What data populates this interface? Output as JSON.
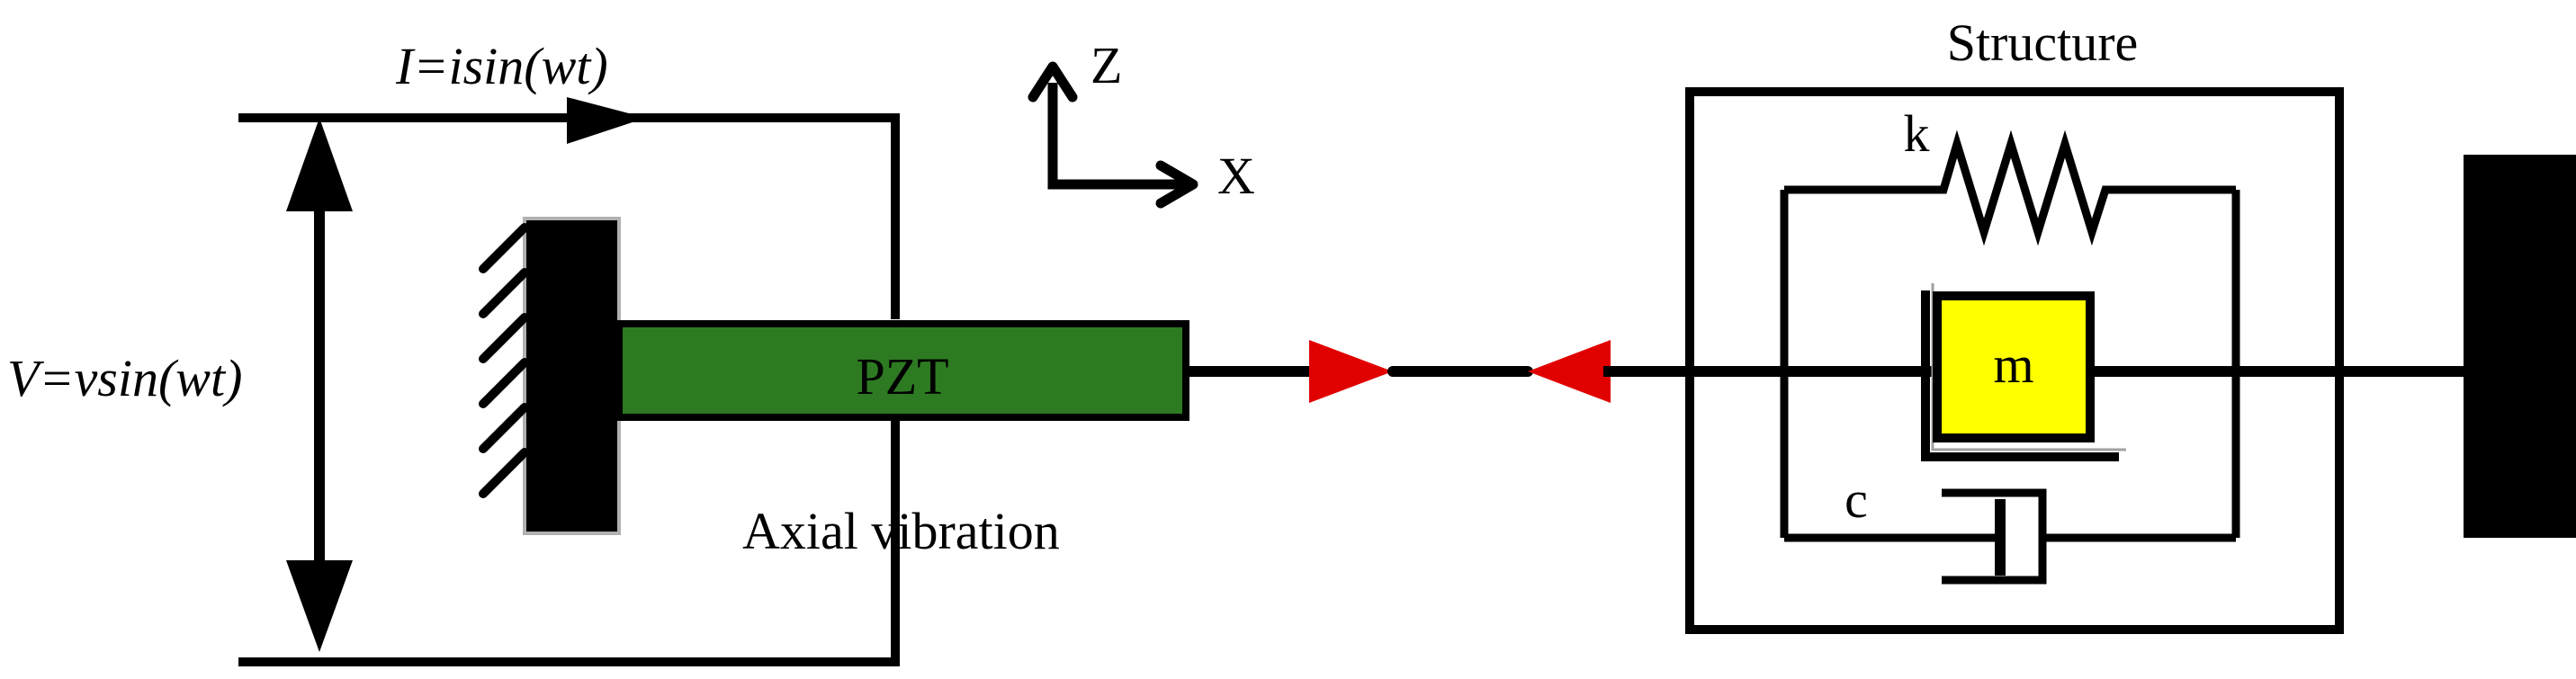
{
  "labels": {
    "current": "I=isin(wt)",
    "voltage": "V=vsin(wt)",
    "axis_z": "Z",
    "axis_x": "X",
    "pzt": "PZT",
    "axial": "Axial vibration",
    "structure": "Structure",
    "spring": "k",
    "mass": "m",
    "damper": "c"
  },
  "colors": {
    "pzt_fill": "#2d7a22",
    "mass_fill": "#ffff00",
    "arrow_red": "#e00000",
    "line": "#000000",
    "wall_edge": "#b0b0b0"
  }
}
